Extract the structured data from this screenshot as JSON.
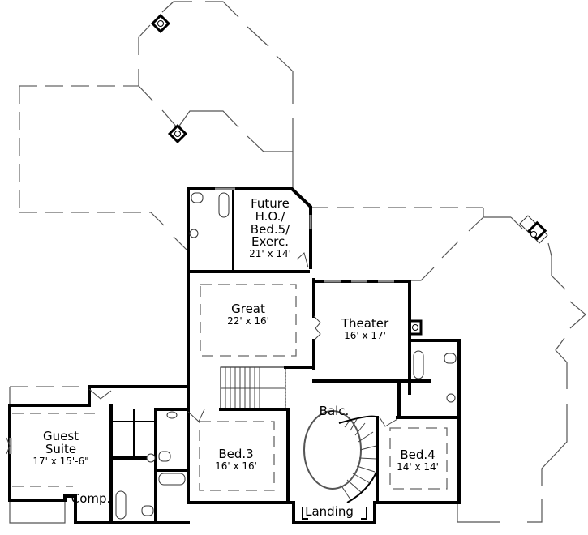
{
  "plan": {
    "type": "second floor plan",
    "rooms": [
      {
        "id": "future",
        "name": "Future\nH.O./\nBed.5/\nExerc.",
        "name_lines": [
          "Future",
          "H.O./",
          "Bed.5/",
          "Exerc."
        ],
        "dims": "21' x 14'"
      },
      {
        "id": "great",
        "name": "Great",
        "dims": "22' x 16'"
      },
      {
        "id": "theater",
        "name": "Theater",
        "dims": "16' x 17'"
      },
      {
        "id": "guest",
        "name_lines": [
          "Guest",
          "Suite"
        ],
        "dims": "17' x 15'-6\""
      },
      {
        "id": "bed3",
        "name": "Bed.3",
        "dims": "16' x 16'"
      },
      {
        "id": "bed4",
        "name": "Bed.4",
        "dims": "14' x 14'"
      },
      {
        "id": "balc",
        "name": "Balc."
      },
      {
        "id": "landing",
        "name": "Landing"
      },
      {
        "id": "comp",
        "name": "Comp."
      }
    ],
    "colors": {
      "wall": "#000000",
      "roof_line": "#555555",
      "background": "#ffffff"
    }
  }
}
